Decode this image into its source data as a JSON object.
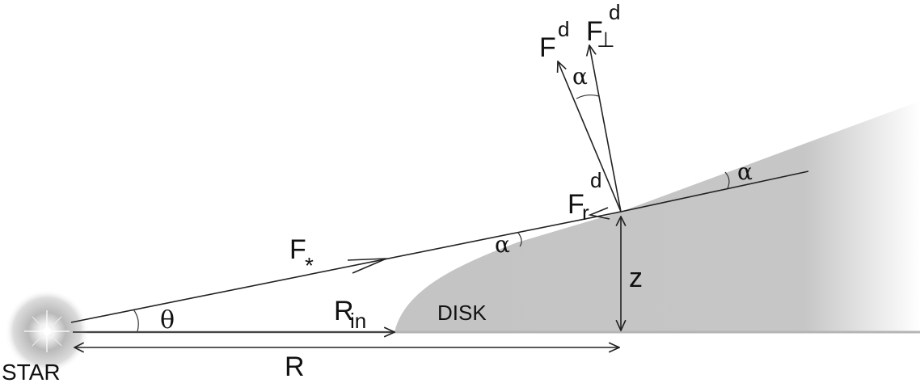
{
  "labels": {
    "star": "STAR",
    "disk": "DISK",
    "r_big": "R",
    "r_in_main": "R",
    "r_in_sub": "in",
    "z": "z",
    "f_star_main": "F",
    "f_star_sub": "*",
    "f_r_main": "F",
    "f_r_sub": "r",
    "f_r_sup": "d",
    "f_d_main": "F",
    "f_d_sup": "d",
    "f_perp_main": "F",
    "f_perp_sub": "⊥",
    "f_perp_sup": "d",
    "theta": "θ",
    "alpha": "α"
  },
  "colors": {
    "disk": "#c4c4c4",
    "line": "#222222",
    "background": "#ffffff"
  }
}
